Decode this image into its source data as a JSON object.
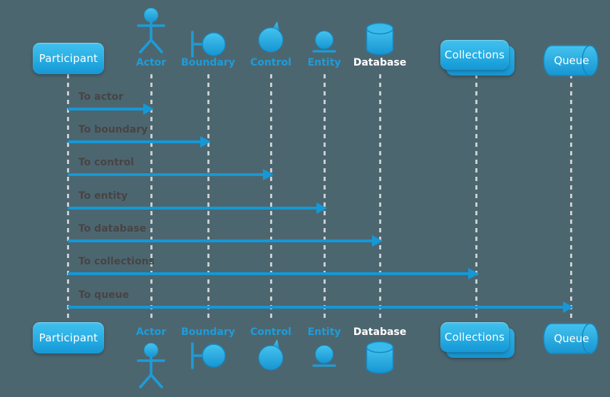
{
  "colors": {
    "background": "#4C6670",
    "shape_blue_top": "#41C1ED",
    "shape_blue_bottom": "#1898D4",
    "shape_outline": "#1489C4",
    "accent_label_blue": "#1E9CD7",
    "label_white": "#FFFFFF",
    "arrow": "#1598D6",
    "message_text": "#474443",
    "lifeline_dash": "#CBCFD0"
  },
  "participants": [
    {
      "name": "Participant",
      "kind": "box"
    },
    {
      "name": "Actor",
      "kind": "actor"
    },
    {
      "name": "Boundary",
      "kind": "boundary"
    },
    {
      "name": "Control",
      "kind": "control"
    },
    {
      "name": "Entity",
      "kind": "entity"
    },
    {
      "name": "Database",
      "kind": "database"
    },
    {
      "name": "Collections",
      "kind": "collections"
    },
    {
      "name": "Queue",
      "kind": "queue"
    }
  ],
  "messages": [
    {
      "label": "To actor",
      "from": "Participant",
      "to": "Actor"
    },
    {
      "label": "To boundary",
      "from": "Participant",
      "to": "Boundary"
    },
    {
      "label": "To control",
      "from": "Participant",
      "to": "Control"
    },
    {
      "label": "To entity",
      "from": "Participant",
      "to": "Entity"
    },
    {
      "label": "To database",
      "from": "Participant",
      "to": "Database"
    },
    {
      "label": "To collections",
      "from": "Participant",
      "to": "Collections"
    },
    {
      "label": "To queue",
      "from": "Participant",
      "to": "Queue"
    }
  ]
}
